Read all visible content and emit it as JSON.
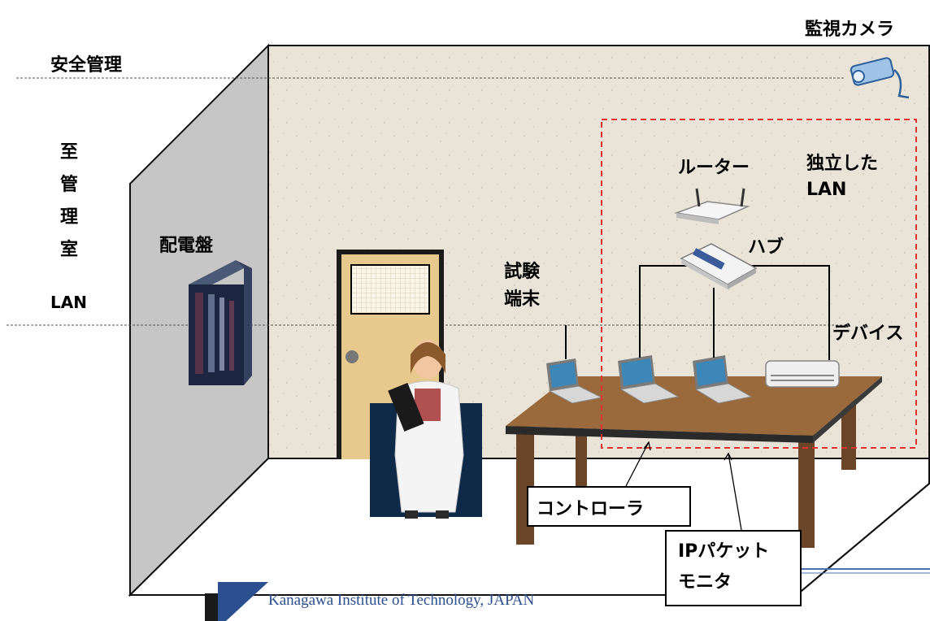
{
  "labels": {
    "camera": "監視カメラ",
    "safety": "安全管理",
    "to_admin": [
      "至",
      "管",
      "理",
      "室"
    ],
    "lan_left": "LAN",
    "panel": "配電盤",
    "test_terminal": "試験\n端末",
    "router": "ルーター",
    "isolated_lan": "独立した\nLAN",
    "hub": "ハブ",
    "device": "デバイス",
    "controller": "コントローラ",
    "packet_monitor": "IPパケット\nモニタ",
    "footer": "Kanagawa Institute of Technology, JAPAN"
  },
  "colors": {
    "wall": "#e9e3d8",
    "side_wall": "#c4c4c4",
    "door": "#e8c98d",
    "table_top": "#9a6a3c",
    "table_leg": "#6b4528",
    "dashed_red": "#e53030",
    "footer_blue": "#2b4f8f"
  }
}
